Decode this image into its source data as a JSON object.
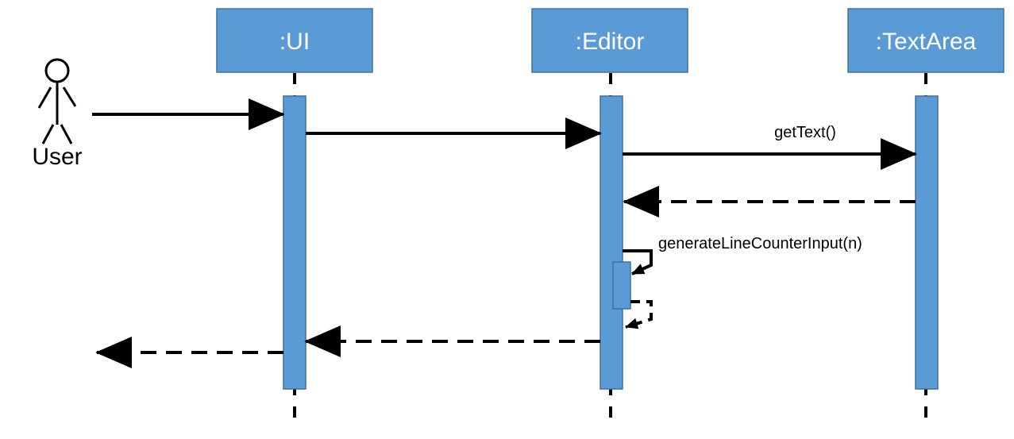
{
  "colors": {
    "box_fill": "#5b9bd5",
    "box_stroke": "#41719c",
    "line": "#000000"
  },
  "actor": {
    "name": "User"
  },
  "participants": [
    {
      "name": ":UI"
    },
    {
      "name": ":Editor"
    },
    {
      "name": ":TextArea"
    }
  ],
  "messages": [
    {
      "from": "User",
      "to": ":UI",
      "label": "",
      "style": "sync"
    },
    {
      "from": ":UI",
      "to": ":Editor",
      "label": "",
      "style": "sync"
    },
    {
      "from": ":Editor",
      "to": ":TextArea",
      "label": "getText()",
      "style": "sync"
    },
    {
      "from": ":TextArea",
      "to": ":Editor",
      "label": "",
      "style": "return"
    },
    {
      "from": ":Editor",
      "to": ":Editor",
      "label": "generateLineCounterInput(n)",
      "style": "self-call"
    },
    {
      "from": ":Editor",
      "to": ":Editor",
      "label": "",
      "style": "self-return"
    },
    {
      "from": ":Editor",
      "to": ":UI",
      "label": "",
      "style": "return"
    },
    {
      "from": ":UI",
      "to": "User",
      "label": "",
      "style": "return"
    }
  ]
}
